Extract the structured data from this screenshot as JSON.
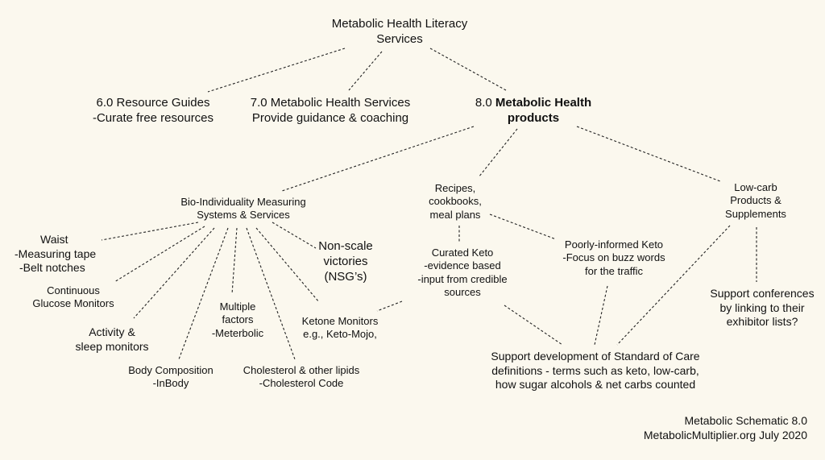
{
  "root": {
    "lines": [
      "Metabolic Health Literacy",
      "Services"
    ]
  },
  "resource_guides": {
    "lines": [
      "6.0 Resource Guides",
      "-Curate free resources"
    ]
  },
  "health_services": {
    "lines": [
      "7.0 Metabolic Health Services",
      "Provide guidance & coaching"
    ]
  },
  "products": {
    "prefix": "8.0 ",
    "bold1": "Metabolic Health",
    "bold2": "products"
  },
  "bio": {
    "lines": [
      "Bio-Individuality Measuring",
      "Systems & Services"
    ]
  },
  "recipes": {
    "lines": [
      "Recipes,",
      "cookbooks,",
      "meal plans"
    ]
  },
  "lowcarb": {
    "lines": [
      "Low-carb",
      "Products &",
      "Supplements"
    ]
  },
  "waist": {
    "lines": [
      "Waist",
      "-Measuring tape",
      "-Belt notches"
    ]
  },
  "cgm": {
    "lines": [
      "Continuous",
      "Glucose Monitors"
    ]
  },
  "activity": {
    "lines": [
      "Activity &",
      "sleep monitors"
    ]
  },
  "bodycomp": {
    "lines": [
      "Body Composition",
      "-InBody"
    ]
  },
  "multiple": {
    "lines": [
      "Multiple",
      "factors",
      "-Meterbolic"
    ]
  },
  "cholesterol": {
    "lines": [
      "Cholesterol & other lipids",
      "-Cholesterol Code"
    ]
  },
  "ketone": {
    "lines": [
      "Ketone Monitors",
      "e.g., Keto-Mojo,"
    ]
  },
  "nsv": {
    "lines": [
      "Non-scale",
      "victories",
      "(NSG’s)"
    ]
  },
  "curated": {
    "lines": [
      "Curated Keto",
      "-evidence based",
      "-input from credible",
      "sources"
    ]
  },
  "poor": {
    "lines": [
      "Poorly-informed Keto",
      "-Focus on buzz words",
      "for the traffic"
    ]
  },
  "conferences": {
    "lines": [
      "Support conferences",
      "by linking to their",
      "exhibitor lists?"
    ]
  },
  "standard": {
    "lines": [
      "Support development of Standard of Care",
      "definitions - terms such as keto, low-carb,",
      "how sugar alcohols & net carbs counted"
    ]
  },
  "footer": {
    "lines": [
      "Metabolic Schematic 8.0",
      "MetabolicMultiplier.org July 2020"
    ]
  },
  "style": {
    "background": "#fbf8ee",
    "edge_color": "#222222"
  }
}
